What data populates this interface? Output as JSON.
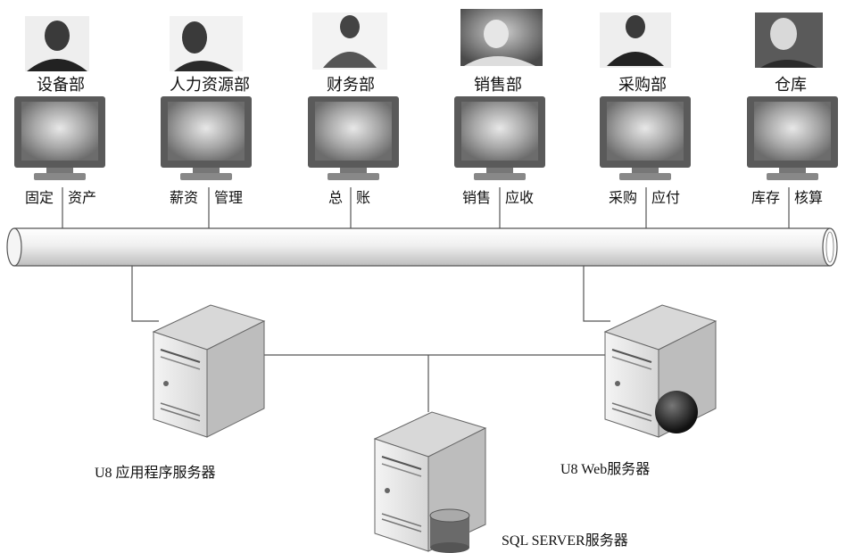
{
  "departments": [
    {
      "name": "设备部",
      "modules": [
        "固定",
        "资产"
      ]
    },
    {
      "name": "人力资源部",
      "modules": [
        "薪资",
        "管理"
      ]
    },
    {
      "name": "财务部",
      "modules": [
        "总",
        "账"
      ]
    },
    {
      "name": "销售部",
      "modules": [
        "销售",
        "应收"
      ]
    },
    {
      "name": "采购部",
      "modules": [
        "采购",
        "应付"
      ]
    },
    {
      "name": "仓库",
      "modules": [
        "库存",
        "核算"
      ]
    }
  ],
  "servers": {
    "app_label": "U8  应用程序服务器",
    "web_label": "U8 Web服务器",
    "sql_label": "SQL SERVER服务器"
  },
  "colors": {
    "line": "#555555",
    "monitor_frame": "#666666",
    "screen": "#9a9a9a",
    "server_body": "#e6e6e6"
  }
}
